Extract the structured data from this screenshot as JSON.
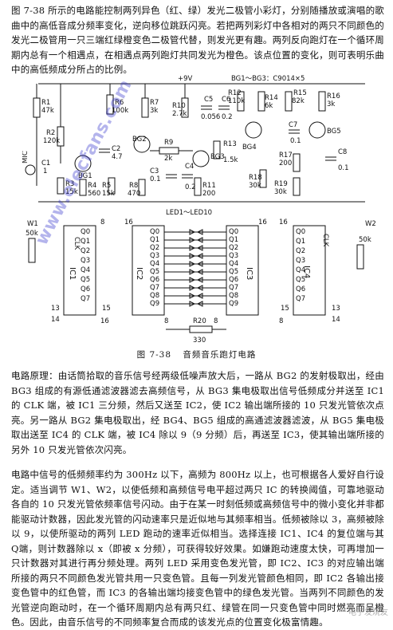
{
  "intro": "图 7-38 所示的电路能控制两列异色（红、绿）发光二极管小彩灯，分别随播放或演唱的歌曲中的高低音成分频率变化，逆向移位跳跃闪亮。若把两列彩灯中各相对的两只不同颜色的发光二极管用一只三端红绿橙变色二极管代替，则发光更有趣。两列反向跑灯在一个循环周期内总有一个相遇点，在相遇点两列跑灯共同发光为橙色。该点位置的变化，则可表明乐曲中的高低频成分所占的比例。",
  "circuit": {
    "supply": "+9V",
    "transistors_note": "BG1～BG3：C9014×5",
    "led_label": "LED1～LED10",
    "ic1": "IC1",
    "ic2": "IC2",
    "ic3": "IC3",
    "ic4": "IC4",
    "clk": "CLK",
    "mic": "MIC",
    "r1": "R1",
    "r1v": "47k",
    "r2": "R2",
    "r2v": "120k",
    "r3": "R3",
    "r3v": "15k",
    "r4": "R4",
    "r4v": "560",
    "r5": "R5",
    "r5v": "15k",
    "r6": "R6",
    "r6v": "100k",
    "r7": "R7",
    "r7v": "3k",
    "r8": "R8",
    "r8v": "470",
    "r9": "R9",
    "r9v": "2k",
    "r10": "R10",
    "r10v": "2.7k",
    "r11": "R11",
    "r11v": "200",
    "r12": "R12",
    "r12v": "110k",
    "r13": "R13",
    "r13v": "1.5k",
    "r14": "R14",
    "r14v": "6k",
    "r15": "R15",
    "r15v": "82k",
    "r16": "R16",
    "r16v": "3k",
    "r17": "R17",
    "r17v": "200",
    "r18": "R18",
    "r18v": "30k",
    "r19": "R19",
    "r19v": "30k",
    "r20": "R20",
    "r20v": "330",
    "c1": "C1",
    "c1v": "1",
    "c2": "C2",
    "c2v": "4.7",
    "c3": "C3",
    "c3v": "0.1",
    "c4": "C4",
    "c4v": "0.2",
    "c5": "C5",
    "c5v": "0.056",
    "c6": "C6",
    "c6v": "0.2",
    "c7": "C7",
    "c7v": "0.1",
    "c8": "C8",
    "c8v": "0.1",
    "bg1": "BG1",
    "bg2": "BG2",
    "bg3": "BG3",
    "bg4": "BG4",
    "bg5": "BG5",
    "w1": "W1",
    "w1v": "50k",
    "w2": "W2",
    "w2v": "50k",
    "pins": [
      "8",
      "16",
      "14",
      "13",
      "15",
      "8",
      "16",
      "8",
      "16",
      "14",
      "13",
      "15",
      "8",
      "16"
    ],
    "q_labels": [
      "Q0",
      "Q1",
      "Q2",
      "Q3",
      "Q4",
      "Q5",
      "Q6",
      "Q7",
      "Q8",
      "Q9"
    ]
  },
  "caption": {
    "number": "图 7-38",
    "title": "音频音乐跑灯电路"
  },
  "principle": "电路原理：由话筒拾取的音乐信号经两级低噪声放大后，一路从 BG2 的发射极取出，经由 BG3 组成的有源低通滤波器滤去高频信号，从 BG3 集电极取出信号低频成分并送至 IC1 的 CLK 端，被 IC1 三分频，然后又送至 IC2，使 IC2 输出端所接的 10 只发光管依次点亮。另一路从 BG2 集电极取出，经 BG4、BG5 组成的高通滤波器滤波，从 BG5 集电极取出送至 IC4 的 CLK 端，被 IC4 除以 9（9 分频）后，再送至 IC3，使其输出端所接的另外 10 只发光管依次闪亮。",
  "detail": "电路中信号的低频频率约为 300Hz 以下，高频为 800Hz 以上，也可根据各人爱好自行设定。适当调节 W1、W2，以使低频和高频信号电平超过两只 IC 的转换阈值，可靠地驱动各自的 10 只发光管依频率信号闪动。由于在某一时刻低频或高频信号中的微小变化并非都能驱动计数器，因此发光管的闪动速率只是近似地与其频率相当。低频被除以 3，高频被除以 9，以使所驱动的两列 LED 跑动的速率近似相当。选择连接 IC1、IC4 的复位端与其 Q端，则计数器除以 x（即被 x 分频），可获得较好效果。如嫌跑动速度太快，可再增加一只计数器对其进行再分频处理。两列 LED 采用变色发光管，即 IC2、IC3 的对应输出端所接的两只不同颜色发光管共用一只变色管。且每一列发光管颜色相同，即 IC2 各输出接变色管中的红色管，而 IC3 的各输出端均接变色管中的绿色发光管。当两列不同颜色的发光管逆向跑动时，在一个循环周期内总有两只红、绿管在同一只变色管中同时燃亮而呈橙色。因此，由音乐信号的不同频率复合而成的该发光点的位置变化极富情趣。",
  "watermark": "www.elecfans.com",
  "logo": "电子发烧友"
}
